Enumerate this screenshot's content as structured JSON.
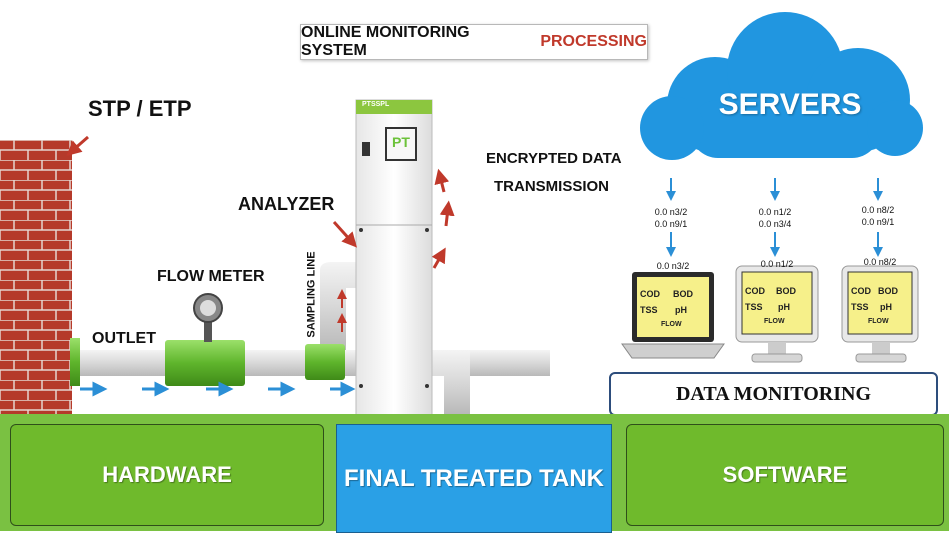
{
  "title": {
    "main": "ONLINE MONITORING SYSTEM",
    "accent": "PROCESSING"
  },
  "labels": {
    "stp_etp": "STP / ETP",
    "flow_meter": "FLOW METER",
    "outlet": "OUTLET",
    "sampling_line": "SAMPLING LINE",
    "analyzer": "ANALYZER",
    "encrypted_line1": "ENCRYPTED DATA",
    "encrypted_line2": "TRANSMISSION",
    "servers": "SERVERS",
    "analyzer_brand": "PTSSPL",
    "analyzer_logo": "PT"
  },
  "server_readings": [
    {
      "line1": "0.0 n3/2",
      "line2": "0.0 n9/1",
      "line3": "0.0 n3/2"
    },
    {
      "line1": "0.0 n1/2",
      "line2": "0.0 n3/4",
      "line3": "0.0 n1/2"
    },
    {
      "line1": "0.0 n8/2",
      "line2": "0.0 n9/1",
      "line3": "0.0 n8/2"
    }
  ],
  "screen_labels": {
    "cod": "COD",
    "bod": "BOD",
    "tss": "TSS",
    "ph": "pH",
    "flow": "FLOW"
  },
  "bottom": {
    "hardware": "HARDWARE",
    "tank": "FINAL TREATED TANK",
    "software": "SOFTWARE",
    "data_monitoring": "DATA MONITORING"
  },
  "colors": {
    "brick": "#b53a2a",
    "pipe_green": "#6cc23a",
    "arrow_blue": "#2b8fd6",
    "arrow_red": "#c0392b",
    "cloud": "#2196e0",
    "band_green": "#7ac142",
    "tank_blue": "#2aa0e6"
  }
}
